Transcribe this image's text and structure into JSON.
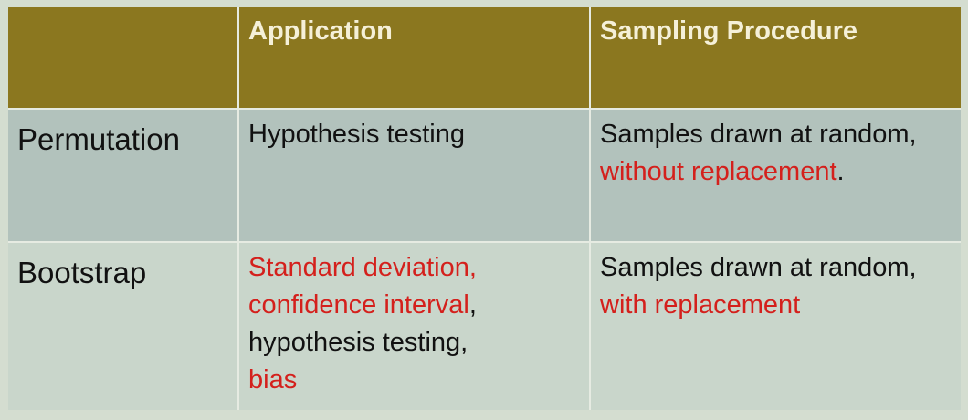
{
  "header": {
    "corner": "",
    "application": "Application",
    "sampling_procedure": "Sampling Procedure"
  },
  "rows": [
    {
      "method": "Permutation",
      "application": [
        {
          "text": "Hypothesis testing",
          "color": "#111111"
        }
      ],
      "sampling_line1": "Samples drawn at random,",
      "sampling_highlight": "without replacement",
      "sampling_tail": ".",
      "highlight_color": "#d4201c"
    },
    {
      "method": "Bootstrap",
      "application": [
        {
          "text": "Standard deviation,",
          "color": "#d4201c"
        },
        {
          "text": "confidence interval",
          "color": "#d4201c"
        },
        {
          "text": ",",
          "color": "#111111"
        },
        {
          "text": "hypothesis testing,",
          "color": "#111111"
        },
        {
          "text": "bias",
          "color": "#d4201c"
        }
      ],
      "sampling_line1": "Samples drawn at random,",
      "sampling_highlight": "with replacement",
      "sampling_tail": "",
      "highlight_color": "#d4201c"
    }
  ],
  "colors": {
    "header_bg": "#8b771f",
    "header_text": "#f5f0d8",
    "row1_bg": "#b2c2bc",
    "row2_bg": "#c9d6cb",
    "page_bg": "#d4ddd0"
  }
}
